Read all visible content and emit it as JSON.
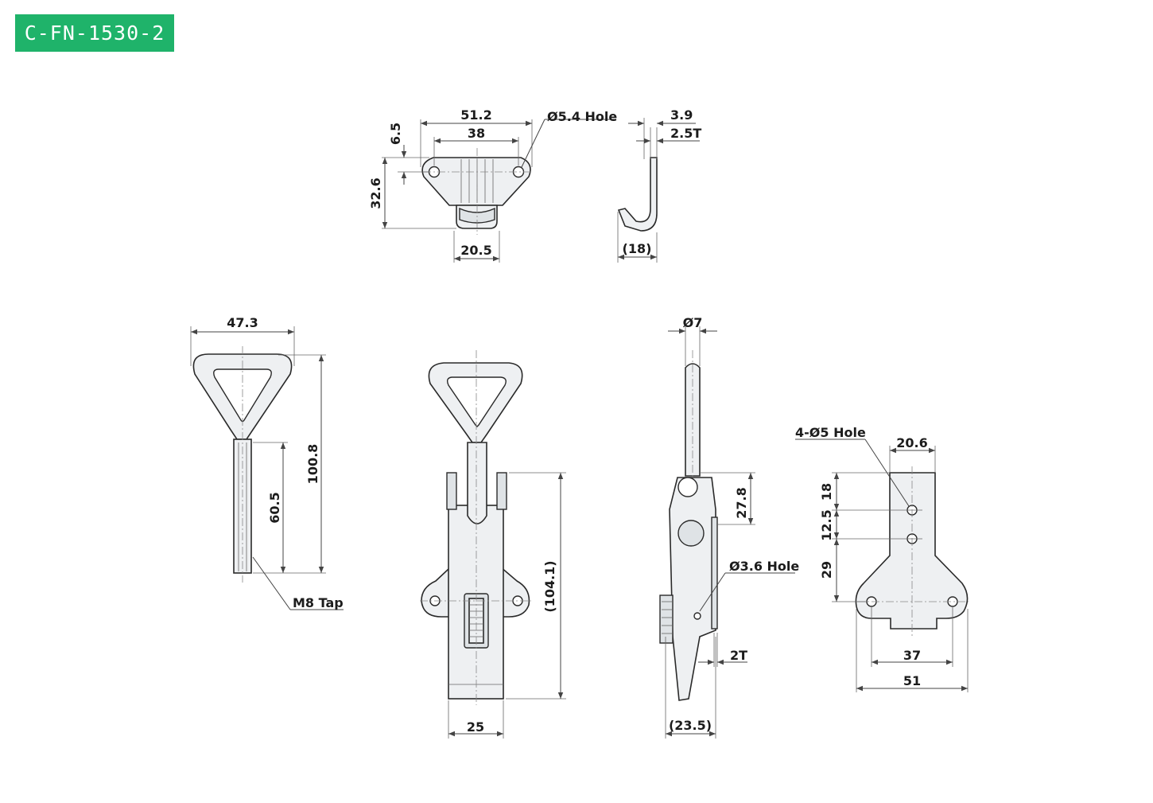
{
  "header": {
    "model_code": "C-FN-1530-2"
  },
  "colors": {
    "badge": "#1fb36a",
    "line": "#2a2a2a",
    "part_fill": "#eef0f2"
  },
  "strike_plate": {
    "width_total": "51.2",
    "hole_pitch": "38",
    "hole_label": "Ø5.4 Hole",
    "hole_offset": "6.5",
    "height": "32.6",
    "hook_width": "20.5"
  },
  "strike_side": {
    "offset": "3.9",
    "thickness": "2.5T",
    "depth": "(18)"
  },
  "handle": {
    "width": "47.3",
    "length": "100.8",
    "shaft_length": "60.5",
    "tap_label": "M8 Tap"
  },
  "latch_front": {
    "length": "(104.1)",
    "width": "25"
  },
  "latch_side": {
    "rod_dia": "Ø7",
    "pivot": "27.8",
    "hole_label": "Ø3.6 Hole",
    "thickness": "2T",
    "depth": "(23.5)"
  },
  "base_plate": {
    "holes_label": "4-Ø5 Hole",
    "neck_width": "20.6",
    "dim_top": "18",
    "dim_mid": "12.5",
    "dim_low": "29",
    "hole_pitch": "37",
    "width": "51"
  }
}
